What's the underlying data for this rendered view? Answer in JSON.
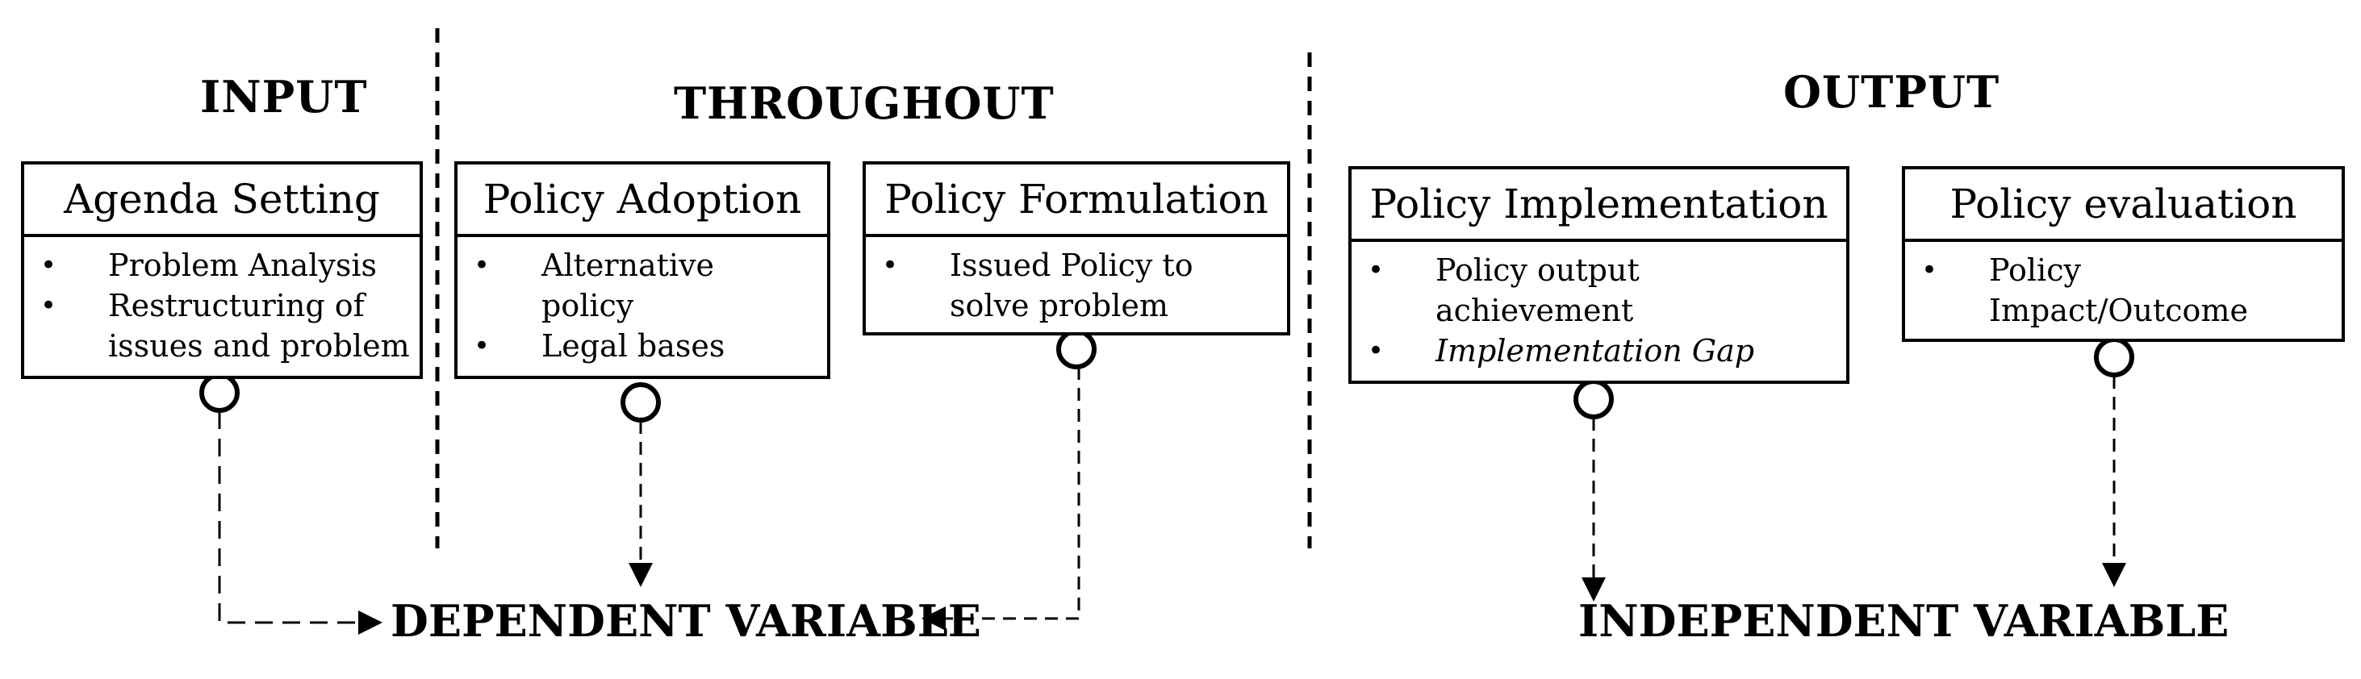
{
  "headers": {
    "input": "INPUT",
    "throughout": "THROUGHOUT",
    "output": "OUTPUT"
  },
  "boxes": [
    {
      "id": "agenda-setting",
      "title": "Agenda Setting",
      "items": [
        {
          "text": "Problem Analysis"
        },
        {
          "text": "Restructuring of issues and problem"
        }
      ]
    },
    {
      "id": "policy-adoption",
      "title": "Policy Adoption",
      "items": [
        {
          "text": "Alternative policy"
        },
        {
          "text": "Legal bases"
        }
      ]
    },
    {
      "id": "policy-formulation",
      "title": "Policy Formulation",
      "items": [
        {
          "text": "Issued Policy to solve problem"
        }
      ]
    },
    {
      "id": "policy-implementation",
      "title": "Policy Implementation",
      "items": [
        {
          "text": "Policy output achievement"
        },
        {
          "text": "Implementation Gap",
          "italic": true
        }
      ]
    },
    {
      "id": "policy-evaluation",
      "title": "Policy evaluation",
      "items": [
        {
          "text": "Policy Impact/Outcome"
        }
      ]
    }
  ],
  "bullet_glyph": "•",
  "footer": {
    "dependent": "DEPENDENT VARIABLE",
    "independent": "INDEPENDENT VARIABLE"
  }
}
